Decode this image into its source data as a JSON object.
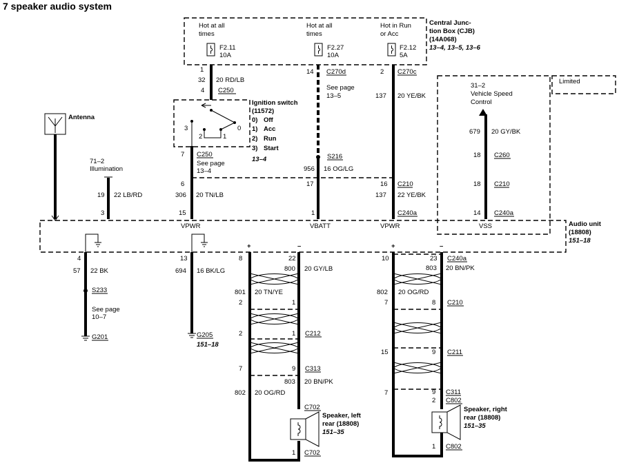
{
  "title": "7 speaker audio system",
  "cjb": {
    "hot1": [
      "Hot at all",
      "times"
    ],
    "hot2": [
      "Hot at all",
      "times"
    ],
    "hot3": [
      "Hot in Run",
      "or Acc"
    ],
    "label": [
      "Central Junc-",
      "tion Box (CJB)",
      "(14A068)"
    ],
    "ref": "13–4, 13–5, 13–6",
    "fuse1": [
      "F2.11",
      "10A"
    ],
    "fuse2": [
      "F2.27",
      "10A"
    ],
    "fuse3": [
      "F2.12",
      "5A"
    ]
  },
  "limited": "Limited",
  "antenna": "Antenna",
  "ignition": {
    "label": [
      "Ignition switch",
      "(11572)"
    ],
    "positions": [
      "0)",
      "1)",
      "2)",
      "3)"
    ],
    "position_names": [
      "Off",
      "Acc",
      "Run",
      "Start"
    ],
    "ref": "13–4",
    "pins": [
      "3",
      "2",
      "1",
      "0"
    ]
  },
  "vss_block": [
    "31–2",
    "Vehicle Speed",
    "Control"
  ],
  "illum": [
    "71–2",
    "Illumination"
  ],
  "audio_unit": {
    "label": "Audio unit",
    "num": "(18808)",
    "ref": "151–18"
  },
  "terminals": {
    "vpwr1": "VPWR",
    "vbatt": "VBATT",
    "vpwr2": "VPWR",
    "vss": "VSS"
  },
  "polarity": {
    "plus": "+",
    "minus": "–"
  },
  "upper_left": {
    "pin1": "1",
    "c32": "32",
    "w1": "20 RD/LB",
    "pin4": "4",
    "c250": "C250",
    "pin7": "7",
    "c250b": "C250",
    "see": [
      "See page",
      "13–4"
    ],
    "pin6": "6",
    "c306": "306",
    "w2": "20 TN/LB",
    "pin15": "15"
  },
  "upper_mid": {
    "pin14": "14",
    "c270d": "C270d",
    "see": [
      "See page",
      "13–5"
    ],
    "s216": "S216",
    "c956": "956",
    "w": "16 OG/LG",
    "pin17": "17",
    "pin1": "1"
  },
  "upper_right": {
    "pin2": "2",
    "c270c": "C270c",
    "c137": "137",
    "w": "20 YE/BK",
    "pin16": "16",
    "c210": "C210",
    "c137b": "137",
    "w2": "22 YE/BK",
    "c240a": "C240a"
  },
  "illum_wire": {
    "c19": "19",
    "w": "22 LB/RD",
    "pin3": "3"
  },
  "vss_wire": {
    "c679": "679",
    "w": "20 GY/BK",
    "pin18a": "18",
    "c260": "C260",
    "pin18b": "18",
    "c210": "C210",
    "pin14": "14",
    "c240a": "C240a"
  },
  "gnd1": {
    "pin4": "4",
    "c57": "57",
    "w": "22 BK",
    "s233": "S233",
    "see": [
      "See page",
      "10–7"
    ],
    "g": "G201"
  },
  "gnd2": {
    "pin13": "13",
    "c694": "694",
    "w": "16 BK/LG",
    "g": "G205",
    "ref": "151–18"
  },
  "left_pair": {
    "pin8": "8",
    "pin22": "22",
    "c800": "800",
    "w1": "20 GY/LB",
    "c801": "801",
    "w2": "20 TN/YE",
    "pin2": "2",
    "pin1": "1",
    "pin2b": "2",
    "pin1b": "1",
    "c212": "C212",
    "pin7": "7",
    "pin9": "9",
    "c313": "C313",
    "c803": "803",
    "w3": "20 BN/PK",
    "c802": "802",
    "w4": "20 OG/RD",
    "c702a": "C702",
    "pin1c": "1",
    "c702b": "C702",
    "spk": [
      "Speaker, left",
      "rear (18808)"
    ],
    "ref": "151–35"
  },
  "right_pair": {
    "pin10": "10",
    "pin23": "23",
    "c240a": "C240a",
    "c803": "803",
    "w1": "20 BN/PK",
    "c802": "802",
    "w2": "20 OG/RD",
    "pin7": "7",
    "pin8": "8",
    "c210": "C210",
    "pin15": "15",
    "pin9": "9",
    "c211": "C211",
    "pin7b": "7",
    "pin9b": "9",
    "c311": "C311",
    "pin2": "2",
    "c802a": "C802",
    "pin1": "1",
    "c802b": "C802",
    "spk": [
      "Speaker, right",
      "rear (18808)"
    ],
    "ref": "151–35"
  }
}
